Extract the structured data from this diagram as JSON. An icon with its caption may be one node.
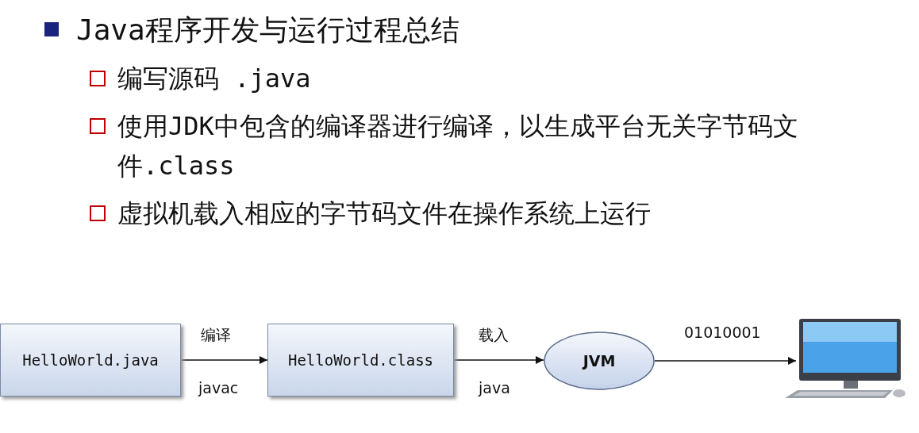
{
  "diagram": {
    "title": "Java程序开发与运行过程总结",
    "nodes": [
      {
        "text": [
          "HelloWorld.java"
        ]
      },
      {
        "text": [
          "HelloWorld.class"
        ]
      },
      {
        "text": [
          "JVM"
        ]
      },
      {
        "text": [],
        "shape": "picture"
      }
    ],
    "edges": [
      {
        "from": 0,
        "to": 1,
        "arrow": "to",
        "label": "编译"
      },
      {
        "from": 1,
        "to": 2,
        "arrow": "to",
        "label": "载入"
      },
      {
        "from": 2,
        "to": 3,
        "arrow": "to",
        "label": "01010001"
      }
    ],
    "labels": [
      "编写源码 .java",
      "使用JDK中包含的编译器进行编译，以生成平台无关字节码文件.class",
      "虚拟机载入相应的字节码文件在操作系统上运行",
      "javac",
      "java"
    ]
  }
}
